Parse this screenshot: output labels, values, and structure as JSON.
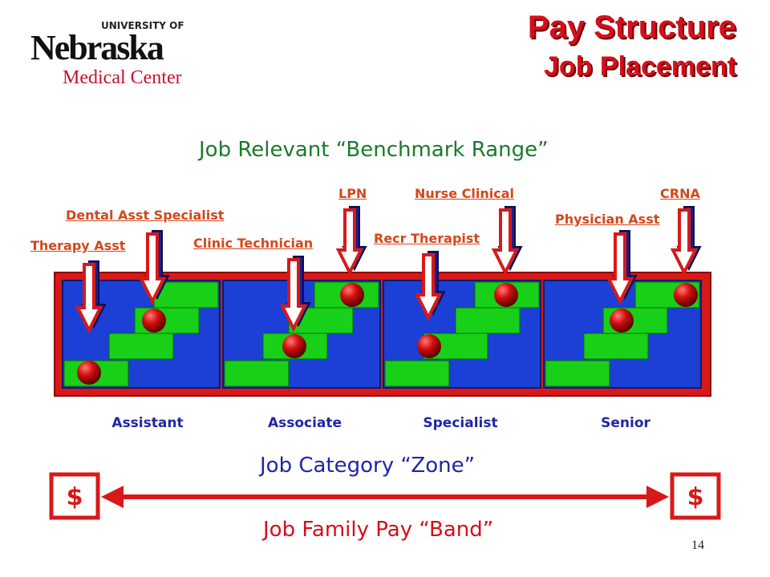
{
  "logo": {
    "university_text": "UNIVERSITY OF",
    "name_text": "Nebraska",
    "subtitle_text": "Medical Center"
  },
  "title": {
    "main": "Pay Structure",
    "sub": "Job Placement"
  },
  "headings": {
    "benchmark": "Job Relevant “Benchmark Range”",
    "category": "Job Category “Zone”",
    "band": "Job Family Pay “Band”"
  },
  "job_titles": {
    "therapy_asst": "Therapy Asst",
    "dental_asst_specialist": "Dental Asst Specialist",
    "clinic_technician": "Clinic Technician",
    "lpn": "LPN",
    "nurse_clinical": "Nurse Clinical",
    "recr_therapist": "Recr Therapist",
    "physician_asst": "Physician Asst",
    "crna": "CRNA"
  },
  "zones": [
    "Assistant",
    "Associate",
    "Specialist",
    "Senior"
  ],
  "band": {
    "left_symbol": "$",
    "right_symbol": "$"
  },
  "page_number": "14",
  "colors": {
    "title_red": "#d40f1b",
    "benchmark_green": "#1a7b2a",
    "zone_blue": "#1f26a8",
    "job_link_orange": "#d4471b",
    "panel_blue": "#1c3fd6",
    "step_green": "#17d017",
    "frame_red": "#d81919"
  }
}
